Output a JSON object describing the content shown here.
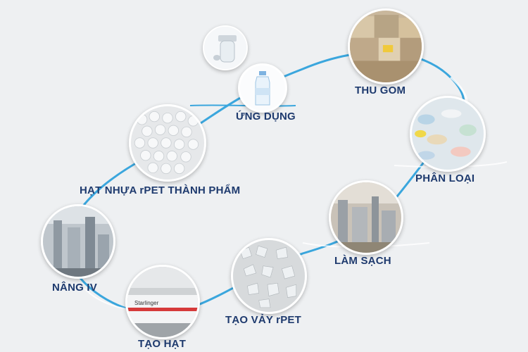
{
  "steps": {
    "thu_gom": "THU GOM",
    "phan_loai": "PHÂN LOẠI",
    "lam_sach": "LÀM SẠCH",
    "tao_vay": "TẠO VẢY rPET",
    "tao_hat": "TẠO HẠT",
    "nang_iv": "NÂNG IV",
    "hat_nhua": "HẠT NHỰA rPET THÀNH PHẨM",
    "ung_dung": "ỨNG DỤNG"
  },
  "colors": {
    "loop_line": "#3aa6dd",
    "label": "#1e3a6e",
    "background": "#eef0f2"
  },
  "icons": {
    "thu_gom": "bale-photo",
    "phan_loai": "sorted-bottles-photo",
    "lam_sach": "washing-plant-photo",
    "tao_vay": "pet-flakes-photo",
    "tao_hat": "extruder-machine-photo",
    "nang_iv": "ssp-tower-photo",
    "hat_nhua": "white-pellets-photo",
    "ung_dung": "bottle-photo",
    "preform": "preform-photo"
  },
  "brand_text": "Starlinger"
}
